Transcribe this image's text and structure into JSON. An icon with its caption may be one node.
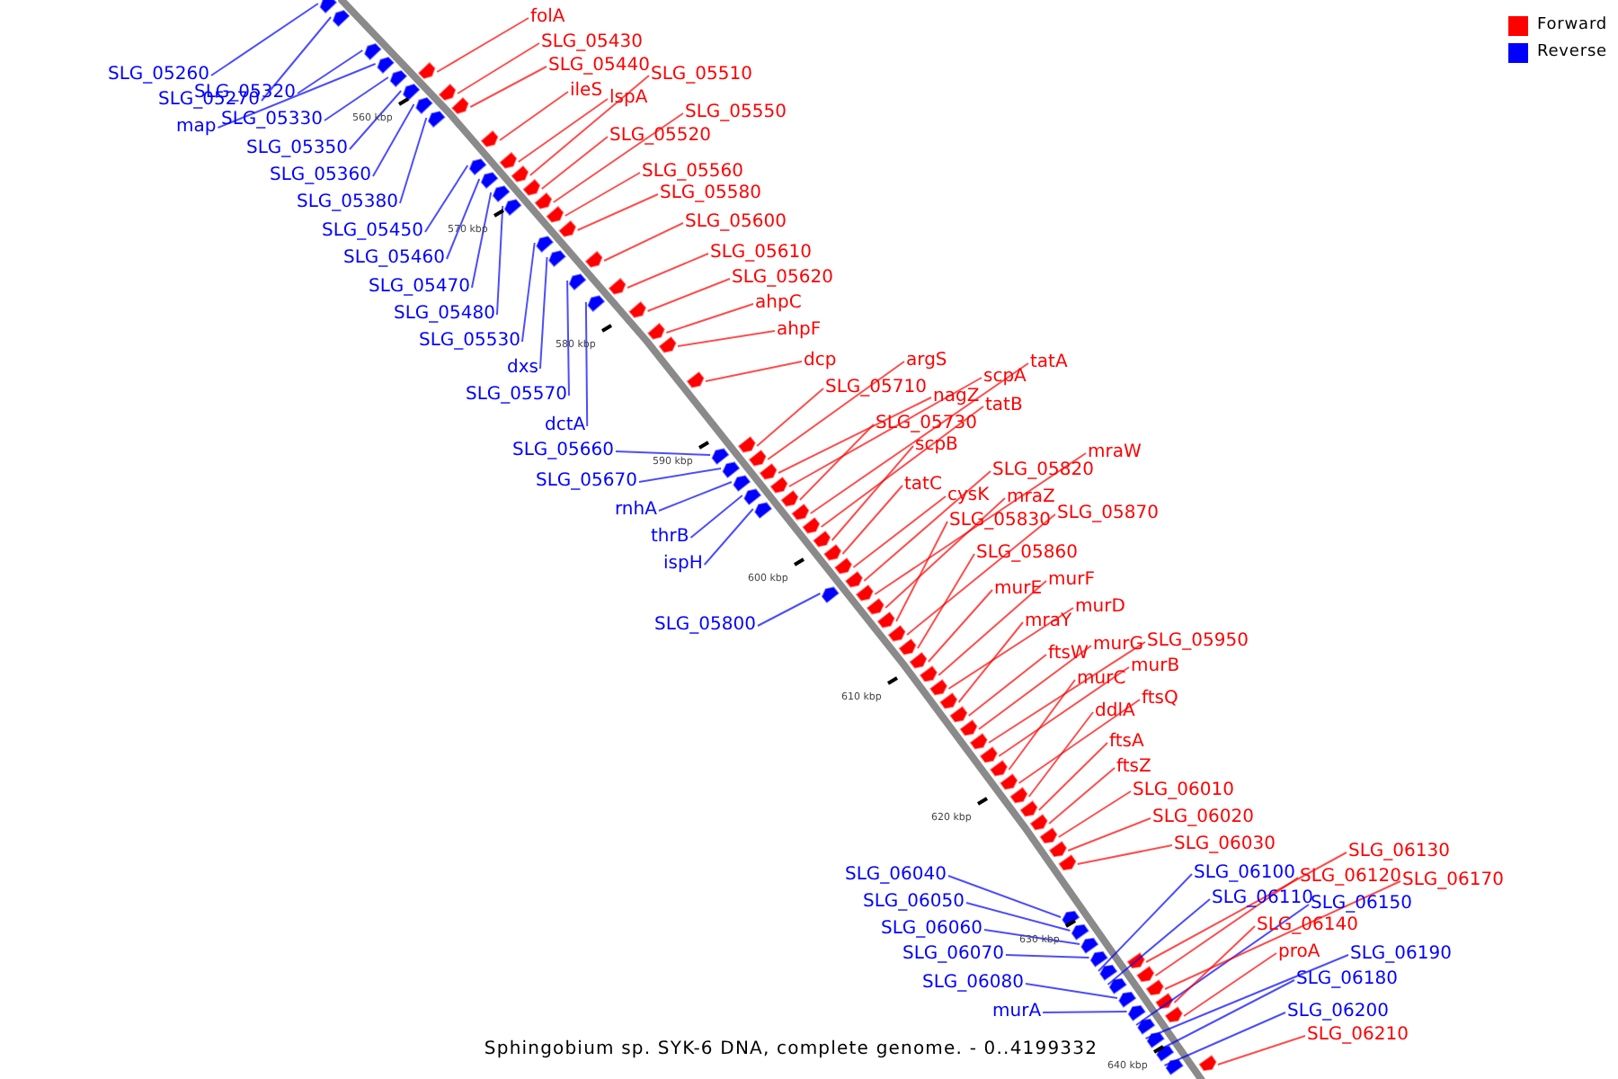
{
  "diagram": {
    "caption": "Sphingobium sp. SYK-6 DNA, complete genome. - 0..4199332",
    "nodes": [
      {
        "text": [
          "SLG_05260"
        ]
      },
      {
        "text": [
          "SLG_05270"
        ]
      },
      {
        "text": [
          "SLG_05320"
        ]
      },
      {
        "text": [
          "map"
        ]
      },
      {
        "text": [
          "SLG_05330"
        ]
      },
      {
        "text": [
          "SLG_05350"
        ]
      },
      {
        "text": [
          "SLG_05360"
        ]
      },
      {
        "text": [
          "SLG_05380"
        ]
      },
      {
        "text": [
          "SLG_05450"
        ]
      },
      {
        "text": [
          "SLG_05460"
        ]
      },
      {
        "text": [
          "SLG_05470"
        ]
      },
      {
        "text": [
          "SLG_05480"
        ]
      },
      {
        "text": [
          "SLG_05530"
        ]
      },
      {
        "text": [
          "dxs"
        ]
      },
      {
        "text": [
          "SLG_05570"
        ]
      },
      {
        "text": [
          "dctA"
        ]
      },
      {
        "text": [
          "SLG_05660"
        ]
      },
      {
        "text": [
          "SLG_05670"
        ]
      },
      {
        "text": [
          "rnhA"
        ]
      },
      {
        "text": [
          "thrB"
        ]
      },
      {
        "text": [
          "ispH"
        ]
      },
      {
        "text": [
          "SLG_05800"
        ]
      },
      {
        "text": [
          "SLG_06040"
        ]
      },
      {
        "text": [
          "SLG_06050"
        ]
      },
      {
        "text": [
          "SLG_06060"
        ]
      },
      {
        "text": [
          "SLG_06070"
        ]
      },
      {
        "text": [
          "SLG_06080"
        ]
      },
      {
        "text": [
          "murA"
        ]
      },
      {
        "text": [
          "SLG_06100"
        ]
      },
      {
        "text": [
          "SLG_06110"
        ]
      },
      {
        "text": [
          "SLG_06150"
        ]
      },
      {
        "text": [
          "SLG_06190"
        ]
      },
      {
        "text": [
          "SLG_06180"
        ]
      },
      {
        "text": [
          "SLG_06200"
        ]
      },
      {
        "text": [
          "folA"
        ]
      },
      {
        "text": [
          "SLG_05430"
        ]
      },
      {
        "text": [
          "SLG_05440"
        ]
      },
      {
        "text": [
          "ileS"
        ]
      },
      {
        "text": [
          "lspA"
        ]
      },
      {
        "text": [
          "SLG_05510"
        ]
      },
      {
        "text": [
          "SLG_05550"
        ]
      },
      {
        "text": [
          "SLG_05520"
        ]
      },
      {
        "text": [
          "SLG_05560"
        ]
      },
      {
        "text": [
          "SLG_05580"
        ]
      },
      {
        "text": [
          "SLG_05600"
        ]
      },
      {
        "text": [
          "SLG_05610"
        ]
      },
      {
        "text": [
          "SLG_05620"
        ]
      },
      {
        "text": [
          "ahpC"
        ]
      },
      {
        "text": [
          "ahpF"
        ]
      },
      {
        "text": [
          "dcp"
        ]
      },
      {
        "text": [
          "argS"
        ]
      },
      {
        "text": [
          "SLG_05710"
        ]
      },
      {
        "text": [
          "nagZ"
        ]
      },
      {
        "text": [
          "scpA"
        ]
      },
      {
        "text": [
          "tatA"
        ]
      },
      {
        "text": [
          "SLG_05730"
        ]
      },
      {
        "text": [
          "tatB"
        ]
      },
      {
        "text": [
          "scpB"
        ]
      },
      {
        "text": [
          "tatC"
        ]
      },
      {
        "text": [
          "cysK"
        ]
      },
      {
        "text": [
          "SLG_05820"
        ]
      },
      {
        "text": [
          "mraW"
        ]
      },
      {
        "text": [
          "mraZ"
        ]
      },
      {
        "text": [
          "SLG_05830"
        ]
      },
      {
        "text": [
          "SLG_05870"
        ]
      },
      {
        "text": [
          "SLG_05860"
        ]
      },
      {
        "text": [
          "murE"
        ]
      },
      {
        "text": [
          "murF"
        ]
      },
      {
        "text": [
          "murD"
        ]
      },
      {
        "text": [
          "mraY"
        ]
      },
      {
        "text": [
          "ftsW"
        ]
      },
      {
        "text": [
          "murG"
        ]
      },
      {
        "text": [
          "SLG_05950"
        ]
      },
      {
        "text": [
          "murB"
        ]
      },
      {
        "text": [
          "murC"
        ]
      },
      {
        "text": [
          "ftsQ"
        ]
      },
      {
        "text": [
          "ddlA"
        ]
      },
      {
        "text": [
          "ftsA"
        ]
      },
      {
        "text": [
          "ftsZ"
        ]
      },
      {
        "text": [
          "SLG_06010"
        ]
      },
      {
        "text": [
          "SLG_06020"
        ]
      },
      {
        "text": [
          "SLG_06030"
        ]
      },
      {
        "text": [
          "SLG_06130"
        ]
      },
      {
        "text": [
          "SLG_06120"
        ]
      },
      {
        "text": [
          "SLG_06170"
        ]
      },
      {
        "text": [
          "SLG_06140"
        ]
      },
      {
        "text": [
          "proA"
        ]
      },
      {
        "text": [
          "SLG_06210"
        ]
      },
      {
        "text": [],
        "shape": "pentagon"
      },
      {
        "text": [],
        "shape": "pentagon"
      },
      {
        "text": [],
        "shape": "pentagon"
      },
      {
        "text": [],
        "shape": "pentagon"
      },
      {
        "text": [],
        "shape": "pentagon"
      },
      {
        "text": [],
        "shape": "pentagon"
      },
      {
        "text": [],
        "shape": "pentagon"
      },
      {
        "text": [],
        "shape": "pentagon"
      },
      {
        "text": [],
        "shape": "pentagon"
      },
      {
        "text": [],
        "shape": "pentagon"
      },
      {
        "text": [],
        "shape": "pentagon"
      },
      {
        "text": [],
        "shape": "pentagon"
      },
      {
        "text": [],
        "shape": "pentagon"
      },
      {
        "text": [],
        "shape": "pentagon"
      },
      {
        "text": [],
        "shape": "pentagon"
      },
      {
        "text": [],
        "shape": "pentagon"
      },
      {
        "text": [],
        "shape": "pentagon"
      },
      {
        "text": [],
        "shape": "pentagon"
      },
      {
        "text": [],
        "shape": "pentagon"
      },
      {
        "text": [],
        "shape": "pentagon"
      },
      {
        "text": [],
        "shape": "pentagon"
      },
      {
        "text": [],
        "shape": "pentagon"
      },
      {
        "text": [],
        "shape": "pentagon"
      },
      {
        "text": [],
        "shape": "pentagon"
      },
      {
        "text": [],
        "shape": "pentagon"
      },
      {
        "text": [],
        "shape": "pentagon"
      },
      {
        "text": [],
        "shape": "pentagon"
      },
      {
        "text": [],
        "shape": "pentagon"
      },
      {
        "text": [],
        "shape": "pentagon"
      },
      {
        "text": [],
        "shape": "pentagon"
      },
      {
        "text": [],
        "shape": "pentagon"
      },
      {
        "text": [],
        "shape": "pentagon"
      },
      {
        "text": [],
        "shape": "pentagon"
      },
      {
        "text": [],
        "shape": "pentagon"
      },
      {
        "text": [],
        "shape": "pentagon"
      },
      {
        "text": [],
        "shape": "pentagon"
      },
      {
        "text": [],
        "shape": "pentagon"
      },
      {
        "text": [],
        "shape": "pentagon"
      },
      {
        "text": [],
        "shape": "pentagon"
      },
      {
        "text": [],
        "shape": "pentagon"
      },
      {
        "text": [],
        "shape": "pentagon"
      },
      {
        "text": [],
        "shape": "pentagon"
      },
      {
        "text": [],
        "shape": "pentagon"
      },
      {
        "text": [],
        "shape": "pentagon"
      },
      {
        "text": [],
        "shape": "pentagon"
      },
      {
        "text": [],
        "shape": "pentagon"
      },
      {
        "text": [],
        "shape": "pentagon"
      },
      {
        "text": [],
        "shape": "pentagon"
      },
      {
        "text": [],
        "shape": "pentagon"
      },
      {
        "text": [],
        "shape": "pentagon"
      },
      {
        "text": [],
        "shape": "pentagon"
      },
      {
        "text": [],
        "shape": "pentagon"
      },
      {
        "text": [],
        "shape": "pentagon"
      },
      {
        "text": [],
        "shape": "pentagon"
      },
      {
        "text": [],
        "shape": "pentagon"
      },
      {
        "text": [],
        "shape": "pentagon"
      },
      {
        "text": [],
        "shape": "pentagon"
      },
      {
        "text": [],
        "shape": "pentagon"
      },
      {
        "text": [],
        "shape": "pentagon"
      },
      {
        "text": [],
        "shape": "pentagon"
      },
      {
        "text": [],
        "shape": "pentagon"
      },
      {
        "text": [],
        "shape": "pentagon"
      },
      {
        "text": [],
        "shape": "pentagon"
      },
      {
        "text": [],
        "shape": "pentagon"
      },
      {
        "text": [],
        "shape": "pentagon"
      },
      {
        "text": [],
        "shape": "pentagon"
      },
      {
        "text": [],
        "shape": "pentagon"
      },
      {
        "text": [],
        "shape": "pentagon"
      },
      {
        "text": [],
        "shape": "pentagon"
      },
      {
        "text": [],
        "shape": "pentagon"
      },
      {
        "text": [],
        "shape": "pentagon"
      },
      {
        "text": [],
        "shape": "pentagon"
      },
      {
        "text": [],
        "shape": "pentagon"
      },
      {
        "text": [],
        "shape": "pentagon"
      },
      {
        "text": [],
        "shape": "pentagon"
      },
      {
        "text": [],
        "shape": "pentagon"
      },
      {
        "text": [],
        "shape": "pentagon"
      },
      {
        "text": [],
        "shape": "pentagon"
      },
      {
        "text": [],
        "shape": "pentagon"
      },
      {
        "text": [],
        "shape": "pentagon"
      },
      {
        "text": [],
        "shape": "pentagon"
      },
      {
        "text": [],
        "shape": "pentagon"
      },
      {
        "text": [],
        "shape": "pentagon"
      },
      {
        "text": [],
        "shape": "pentagon"
      },
      {
        "text": [],
        "shape": "pentagon"
      },
      {
        "text": [],
        "shape": "pentagon"
      },
      {
        "text": [],
        "shape": "pentagon"
      },
      {
        "text": [],
        "shape": "pentagon"
      }
    ],
    "edges": [
      {
        "from": 0,
        "to": 88,
        "arrow": "none",
        "color": "#0000ff"
      },
      {
        "from": 1,
        "to": 89,
        "arrow": "none",
        "color": "#0000ff"
      },
      {
        "from": 2,
        "to": 90,
        "arrow": "none",
        "color": "#0000ff"
      },
      {
        "from": 3,
        "to": 91,
        "arrow": "none",
        "color": "#0000ff"
      },
      {
        "from": 4,
        "to": 92,
        "arrow": "none",
        "color": "#0000ff"
      },
      {
        "from": 5,
        "to": 93,
        "arrow": "none",
        "color": "#0000ff"
      },
      {
        "from": 6,
        "to": 94,
        "arrow": "none",
        "color": "#0000ff"
      },
      {
        "from": 7,
        "to": 95,
        "arrow": "none",
        "color": "#0000ff"
      },
      {
        "from": 8,
        "to": 96,
        "arrow": "none",
        "color": "#0000ff"
      },
      {
        "from": 9,
        "to": 97,
        "arrow": "none",
        "color": "#0000ff"
      },
      {
        "from": 10,
        "to": 98,
        "arrow": "none",
        "color": "#0000ff"
      },
      {
        "from": 11,
        "to": 99,
        "arrow": "none",
        "color": "#0000ff"
      },
      {
        "from": 12,
        "to": 100,
        "arrow": "none",
        "color": "#0000ff"
      },
      {
        "from": 13,
        "to": 101,
        "arrow": "none",
        "color": "#0000ff"
      },
      {
        "from": 14,
        "to": 102,
        "arrow": "none",
        "color": "#0000ff"
      },
      {
        "from": 15,
        "to": 103,
        "arrow": "none",
        "color": "#0000ff"
      },
      {
        "from": 16,
        "to": 104,
        "arrow": "none",
        "color": "#0000ff"
      },
      {
        "from": 17,
        "to": 105,
        "arrow": "none",
        "color": "#0000ff"
      },
      {
        "from": 18,
        "to": 106,
        "arrow": "none",
        "color": "#0000ff"
      },
      {
        "from": 19,
        "to": 107,
        "arrow": "none",
        "color": "#0000ff"
      },
      {
        "from": 20,
        "to": 108,
        "arrow": "none",
        "color": "#0000ff"
      },
      {
        "from": 21,
        "to": 109,
        "arrow": "none",
        "color": "#0000ff"
      },
      {
        "from": 22,
        "to": 110,
        "arrow": "none",
        "color": "#0000ff"
      },
      {
        "from": 23,
        "to": 111,
        "arrow": "none",
        "color": "#0000ff"
      },
      {
        "from": 24,
        "to": 112,
        "arrow": "none",
        "color": "#0000ff"
      },
      {
        "from": 25,
        "to": 113,
        "arrow": "none",
        "color": "#0000ff"
      },
      {
        "from": 26,
        "to": 114,
        "arrow": "none",
        "color": "#0000ff"
      },
      {
        "from": 27,
        "to": 115,
        "arrow": "none",
        "color": "#0000ff"
      },
      {
        "from": 28,
        "to": 116,
        "arrow": "none",
        "color": "#0000ff"
      },
      {
        "from": 29,
        "to": 117,
        "arrow": "none",
        "color": "#0000ff"
      },
      {
        "from": 30,
        "to": 118,
        "arrow": "none",
        "color": "#0000ff"
      },
      {
        "from": 31,
        "to": 119,
        "arrow": "none",
        "color": "#0000ff"
      },
      {
        "from": 32,
        "to": 120,
        "arrow": "none",
        "color": "#0000ff"
      },
      {
        "from": 33,
        "to": 121,
        "arrow": "none",
        "color": "#0000ff"
      },
      {
        "from": 34,
        "to": 122,
        "arrow": "none"
      },
      {
        "from": 35,
        "to": 123,
        "arrow": "none"
      },
      {
        "from": 36,
        "to": 124,
        "arrow": "none"
      },
      {
        "from": 37,
        "to": 125,
        "arrow": "none"
      },
      {
        "from": 38,
        "to": 126,
        "arrow": "none"
      },
      {
        "from": 39,
        "to": 127,
        "arrow": "none"
      },
      {
        "from": 40,
        "to": 128,
        "arrow": "none"
      },
      {
        "from": 41,
        "to": 129,
        "arrow": "none"
      },
      {
        "from": 42,
        "to": 130,
        "arrow": "none"
      },
      {
        "from": 43,
        "to": 131,
        "arrow": "none"
      },
      {
        "from": 44,
        "to": 132,
        "arrow": "none"
      },
      {
        "from": 45,
        "to": 133,
        "arrow": "none"
      },
      {
        "from": 46,
        "to": 134,
        "arrow": "none"
      },
      {
        "from": 47,
        "to": 135,
        "arrow": "none"
      },
      {
        "from": 48,
        "to": 136,
        "arrow": "none"
      },
      {
        "from": 49,
        "to": 137,
        "arrow": "none"
      },
      {
        "from": 50,
        "to": 138,
        "arrow": "none"
      },
      {
        "from": 51,
        "to": 139,
        "arrow": "none"
      },
      {
        "from": 52,
        "to": 140,
        "arrow": "none"
      },
      {
        "from": 53,
        "to": 141,
        "arrow": "none"
      },
      {
        "from": 54,
        "to": 142,
        "arrow": "none"
      },
      {
        "from": 55,
        "to": 143,
        "arrow": "none"
      },
      {
        "from": 56,
        "to": 144,
        "arrow": "none"
      },
      {
        "from": 57,
        "to": 145,
        "arrow": "none"
      },
      {
        "from": 58,
        "to": 146,
        "arrow": "none"
      },
      {
        "from": 59,
        "to": 147,
        "arrow": "none"
      },
      {
        "from": 60,
        "to": 148,
        "arrow": "none"
      },
      {
        "from": 61,
        "to": 149,
        "arrow": "none"
      },
      {
        "from": 62,
        "to": 150,
        "arrow": "none"
      },
      {
        "from": 63,
        "to": 151,
        "arrow": "none"
      },
      {
        "from": 64,
        "to": 152,
        "arrow": "none"
      },
      {
        "from": 65,
        "to": 153,
        "arrow": "none"
      },
      {
        "from": 66,
        "to": 154,
        "arrow": "none"
      },
      {
        "from": 67,
        "to": 155,
        "arrow": "none"
      },
      {
        "from": 68,
        "to": 156,
        "arrow": "none"
      },
      {
        "from": 69,
        "to": 157,
        "arrow": "none"
      },
      {
        "from": 70,
        "to": 158,
        "arrow": "none"
      },
      {
        "from": 71,
        "to": 159,
        "arrow": "none"
      },
      {
        "from": 72,
        "to": 160,
        "arrow": "none"
      },
      {
        "from": 73,
        "to": 161,
        "arrow": "none"
      },
      {
        "from": 74,
        "to": 162,
        "arrow": "none"
      },
      {
        "from": 75,
        "to": 163,
        "arrow": "none"
      },
      {
        "from": 76,
        "to": 164,
        "arrow": "none"
      },
      {
        "from": 77,
        "to": 165,
        "arrow": "none"
      },
      {
        "from": 78,
        "to": 166,
        "arrow": "none"
      },
      {
        "from": 79,
        "to": 167,
        "arrow": "none"
      },
      {
        "from": 80,
        "to": 168,
        "arrow": "none"
      },
      {
        "from": 81,
        "to": 169,
        "arrow": "none"
      },
      {
        "from": 82,
        "to": 170,
        "arrow": "none"
      },
      {
        "from": 83,
        "to": 171,
        "arrow": "none"
      },
      {
        "from": 84,
        "to": 172,
        "arrow": "none"
      },
      {
        "from": 85,
        "to": 173,
        "arrow": "none"
      },
      {
        "from": 86,
        "to": 174,
        "arrow": "none"
      },
      {
        "from": 87,
        "to": 175,
        "arrow": "none"
      }
    ],
    "labels": [
      "560 kbp",
      "570 kbp",
      "580 kbp",
      "590 kbp",
      "600 kbp",
      "610 kbp",
      "620 kbp",
      "630 kbp",
      "640 kbp"
    ],
    "legend": [
      {
        "text": "Forward",
        "color": "#ff0000"
      },
      {
        "text": "Reverse",
        "color": "#0000ff"
      }
    ]
  }
}
